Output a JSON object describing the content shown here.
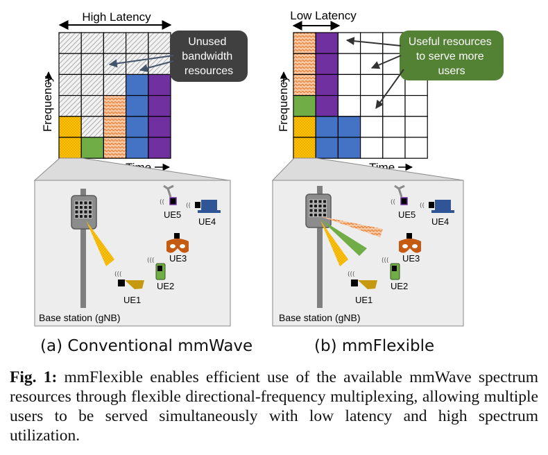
{
  "panel_a": {
    "top_label": "High Latency",
    "callout": [
      "Unused",
      "bandwidth",
      "resources"
    ],
    "y_axis": "Frequency",
    "x_axis": "Time",
    "station_label": "Base station (gNB)",
    "subcaption": "(a) Conventional mmWave",
    "ues": {
      "ue1": "UE1",
      "ue2": "UE2",
      "ue3": "UE3",
      "ue4": "UE4",
      "ue5": "UE5"
    }
  },
  "panel_b": {
    "top_label": "Low Latency",
    "callout": [
      "Useful resources",
      "to serve more",
      "users"
    ],
    "y_axis": "Frequency",
    "x_axis": "Time",
    "station_label": "Base station (gNB)",
    "subcaption": "(b) mmFlexible",
    "ues": {
      "ue1": "UE1",
      "ue2": "UE2",
      "ue3": "UE3",
      "ue4": "UE4",
      "ue5": "UE5"
    }
  },
  "caption": {
    "prefix": "Fig. 1:",
    "text": " mmFlexible enables efficient use of the available mmWave spectrum resources through flexible directional-frequency multiplexing, allowing multiple users to be served simultaneously with low latency and high spectrum utilization."
  },
  "colors": {
    "yellow": "#FFC000",
    "green": "#70AD47",
    "orange": "#ED7D31",
    "blue": "#4472C4",
    "purple": "#7030A0",
    "callout_dark": "#404040",
    "callout_green": "#548235",
    "panel_bg": "#EDEDED"
  },
  "grid_a": [
    [
      "hatch",
      "hatch",
      "hatch",
      "hatch",
      "hatch"
    ],
    [
      "hatch",
      "hatch",
      "hatch",
      "hatch",
      "hatch"
    ],
    [
      "hatch",
      "hatch",
      "hatch",
      "blue",
      "purple"
    ],
    [
      "hatch",
      "hatch",
      "orange",
      "blue",
      "purple"
    ],
    [
      "yellow",
      "hatch",
      "orange",
      "blue",
      "purple"
    ],
    [
      "yellow",
      "green",
      "orange",
      "blue",
      "purple"
    ]
  ],
  "grid_b": [
    [
      "orange",
      "purple",
      "empty",
      "empty",
      "empty"
    ],
    [
      "orange",
      "purple",
      "empty",
      "empty",
      "empty"
    ],
    [
      "orange",
      "purple",
      "empty",
      "empty",
      "empty"
    ],
    [
      "green",
      "purple",
      "empty",
      "empty",
      "empty"
    ],
    [
      "yellow",
      "blue",
      "blue",
      "empty",
      "empty"
    ],
    [
      "yellow",
      "blue",
      "blue",
      "empty",
      "empty"
    ]
  ]
}
